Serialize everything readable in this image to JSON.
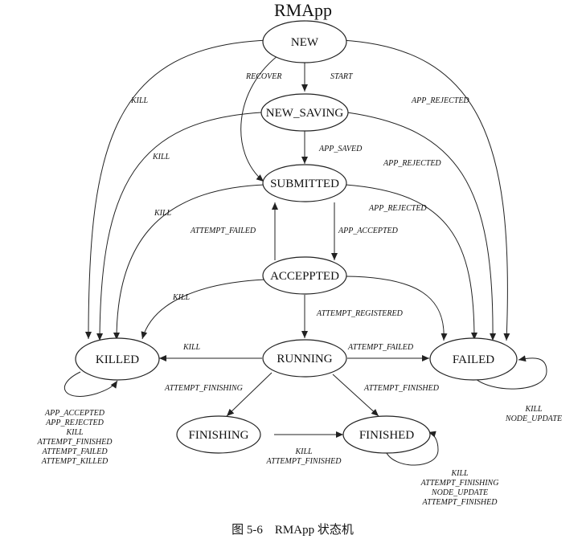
{
  "title": "RMApp",
  "caption": "图 5-6　RMApp 状态机",
  "states": {
    "new": "NEW",
    "new_saving": "NEW_SAVING",
    "submitted": "SUBMITTED",
    "accepted": "ACCEPPTED",
    "running": "RUNNING",
    "killed": "KILLED",
    "failed": "FAILED",
    "finishing": "FINISHING",
    "finished": "FINISHED"
  },
  "edges": {
    "recover": "RECOVER",
    "start": "START",
    "kill_new": "KILL",
    "app_rejected_new": "APP_REJECTED",
    "kill_saving": "KILL",
    "app_saved": "APP_SAVED",
    "app_rejected_saving": "APP_REJECTED",
    "kill_submitted": "KILL",
    "attempt_failed_up": "ATTEMPT_FAILED",
    "app_rejected_submitted": "APP_REJECTED",
    "app_accepted": "APP_ACCEPTED",
    "kill_accepted": "KILL",
    "attempt_registered": "ATTEMPT_REGISTERED",
    "kill_running": "KILL",
    "attempt_failed_running": "ATTEMPT_FAILED",
    "attempt_finishing": "ATTEMPT_FINISHING",
    "attempt_finished": "ATTEMPT_FINISHED",
    "finishing_kill": "KILL",
    "finishing_attempt_finished": "ATTEMPT_FINISHED"
  },
  "self_loops": {
    "killed": [
      "APP_ACCEPTED",
      "APP_REJECTED",
      "KILL",
      "ATTEMPT_FINISHED",
      "ATTEMPT_FAILED",
      "ATTEMPT_KILLED"
    ],
    "failed": [
      "KILL",
      "NODE_UPDATE"
    ],
    "finished": [
      "KILL",
      "ATTEMPT_FINISHING",
      "NODE_UPDATE",
      "ATTEMPT_FINISHED"
    ]
  }
}
